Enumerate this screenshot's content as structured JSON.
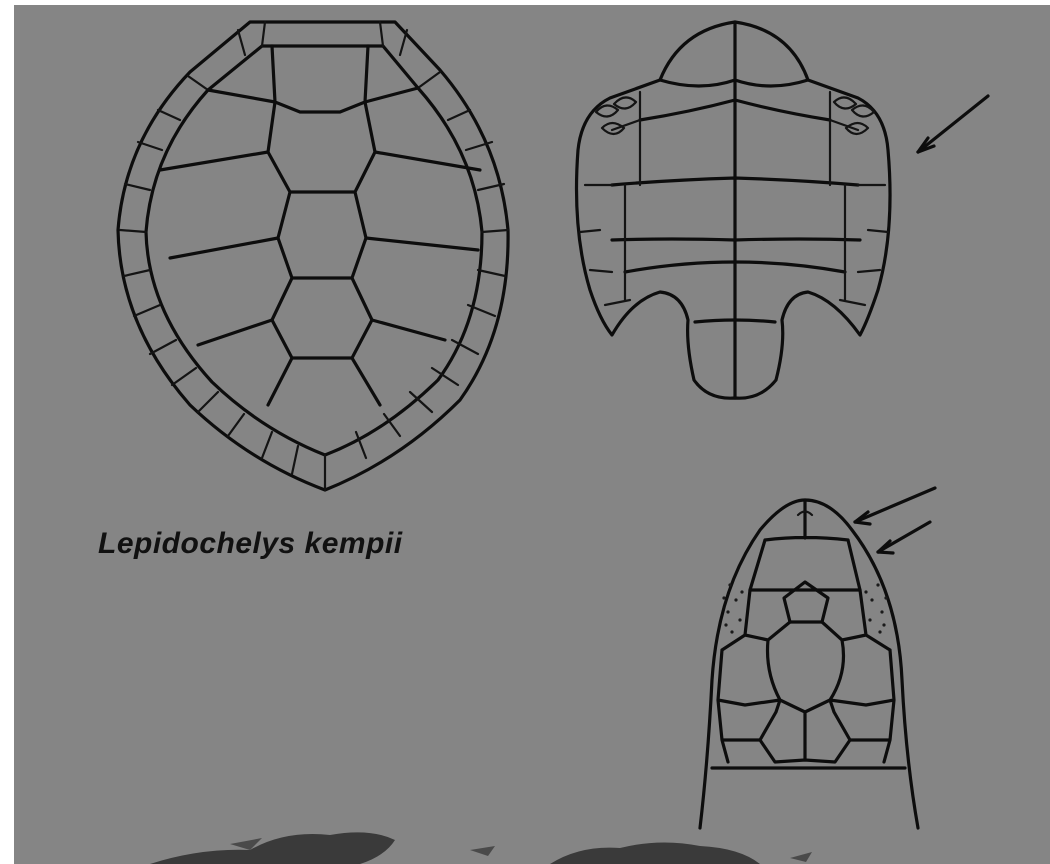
{
  "figure": {
    "caption": "Lepidochelys kempii",
    "colors": {
      "background": "#858585",
      "ink": "#0d0d0d",
      "map_shadow": "#3a3a3a"
    },
    "views": [
      "carapace",
      "plastron",
      "head"
    ],
    "icons": [
      "arrow-pointer-icon"
    ]
  }
}
